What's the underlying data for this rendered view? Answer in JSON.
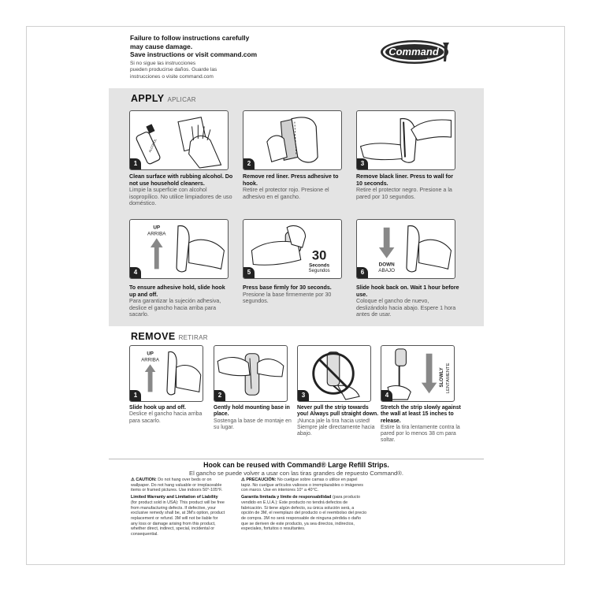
{
  "warning": {
    "en_lines": [
      "Failure to follow instructions carefully",
      "may cause damage.",
      "Save instructions or visit command.com"
    ],
    "es_lines": [
      "Si no sigue las instrucciones",
      "pueden producirse daños. Guarde las",
      "instrucciones o visite command.com"
    ]
  },
  "logo": {
    "brand": "Command",
    "sub": "BRAND"
  },
  "apply": {
    "title": "APPLY",
    "title_es": "APLICAR",
    "steps": [
      {
        "num": "1",
        "en": "Clean surface with rubbing alcohol. Do not use household cleaners.",
        "es": "Limpie la superficie con alcohol isopropílico. No utilice limpiadores de uso doméstico.",
        "label": "ALCOHOL"
      },
      {
        "num": "2",
        "en": "Remove red liner. Press adhesive to hook.",
        "es": "Retire el protector rojo. Presione el adhesivo en el gancho."
      },
      {
        "num": "3",
        "en": "Remove black liner. Press to wall for 10 seconds.",
        "es": "Retire el protector negro. Presione a la pared por 10 segundos."
      },
      {
        "num": "4",
        "en": "To ensure adhesive hold, slide hook up and off.",
        "es": "Para garantizar la sujeción adhesiva, deslice el gancho hacia arriba para sacarlo.",
        "arrow_en": "UP",
        "arrow_es": "ARRIBA"
      },
      {
        "num": "5",
        "en": "Press base firmly for 30 seconds.",
        "es": "Presione la base firmemente por 30 segundos.",
        "big": "30",
        "unit_en": "Seconds",
        "unit_es": "Segundos"
      },
      {
        "num": "6",
        "en": "Slide hook back on. Wait 1 hour before use.",
        "es": "Coloque el gancho de nuevo, deslizándolo hacia abajo. Espere 1 hora antes de usar.",
        "arrow_en": "DOWN",
        "arrow_es": "ABAJO"
      }
    ]
  },
  "remove": {
    "title": "REMOVE",
    "title_es": "RETIRAR",
    "steps": [
      {
        "num": "1",
        "en": "Slide hook up and off.",
        "es": "Deslice el gancho hacia arriba para sacarlo.",
        "arrow_en": "UP",
        "arrow_es": "ARRIBA"
      },
      {
        "num": "2",
        "en": "Gently hold mounting base in place.",
        "es": "Sostenga la base de montaje en su lugar."
      },
      {
        "num": "3",
        "en": "Never pull the strip towards you! Always pull straight down.",
        "es": "¡Nunca jale la tira hacia usted! Siempre jale directamente hacia abajo."
      },
      {
        "num": "4",
        "en": "Stretch the strip slowly against the wall at least 15 inches to release.",
        "es": "Estire la tira lentamente contra la pared por lo menos 38 cm para soltar.",
        "arrow_en": "SLOWLY",
        "arrow_es": "LENTAMENTE"
      }
    ]
  },
  "reuse": {
    "en": "Hook can be reused with Command® Large Refill Strips.",
    "es": "El gancho se puede volver a usar con las tiras grandes de repuesto Command®."
  },
  "fine_left": {
    "caution_head": "⚠ CAUTION:",
    "caution": "Do not hang over beds or on wallpaper. Do not hang valuable or irreplaceable items or framed pictures. Use indoors 50°-105°F.",
    "warranty_head": "Limited Warranty and Limitation of Liability",
    "warranty": "(for product sold in USA): This product will be free from manufacturing defects. If defective, your exclusive remedy shall be, at 3M's option, product replacement or refund. 3M will not be liable for any loss or damage arising from this product, whether direct, indirect, special, incidental or consequential."
  },
  "fine_right": {
    "caution_head": "⚠ PRECAUCIÓN:",
    "caution": "No cuelgue sobre camas o utilice en papel tapiz. No cuelgue artículos valiosos o irremplazables o imágenes con marco. Use en interiores 10° a 40°C.",
    "warranty_head": "Garantía limitada y límite de responsabilidad",
    "warranty": "(para producto vendido en E.U.A.): Este producto no tendrá defectos de fabricación. Si tiene algún defecto, su única solución será, a opción de 3M, el reemplazo del producto o el reembolso del precio de compra. 3M no será responsable de ninguna pérdida o daño que se deriven de este producto, ya sea directos, indirectos, especiales, fortuitos o resultantes."
  }
}
